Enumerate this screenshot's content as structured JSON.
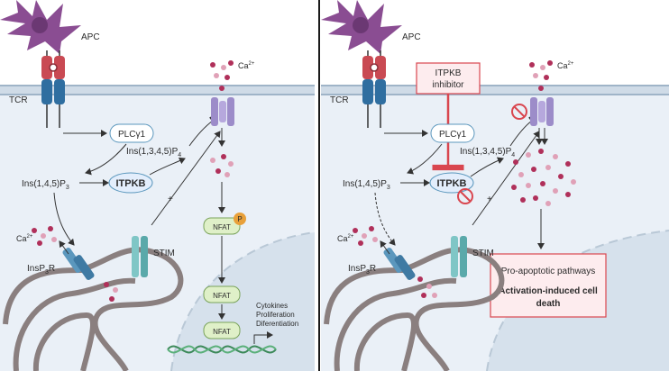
{
  "left_panel": {
    "apc": "APC",
    "tcr": "TCR",
    "ca_top": "Ca",
    "ca_top_sup": "2+",
    "plc": "PLCγ1",
    "ip4_main": "Ins(1,3,4,5)P",
    "ip4_sub": "4",
    "ip3_main": "Ins(1,4,5)P",
    "ip3_sub": "3",
    "itpkb": "ITPKB",
    "plus": "+",
    "ca_left": "Ca",
    "ca_left_sup": "2+",
    "stim": "STIM",
    "insp3r_a": "InsP",
    "insp3r_sub": "3",
    "insp3r_b": "R",
    "nfat_p": "NFAT",
    "phospho": "P",
    "nfat_mid": "NFAT",
    "nfat_nuc": "NFAT",
    "outcome_1": "Cytokines",
    "outcome_2": "Proliferation",
    "outcome_3": "Diferentiation"
  },
  "right_panel": {
    "apc": "APC",
    "tcr": "TCR",
    "inhibitor_line1": "ITPKB",
    "inhibitor_line2": "inhibitor",
    "ca_top": "Ca",
    "ca_top_sup": "2+",
    "plc": "PLCγ1",
    "ip4_main": "Ins(1,3,4,5)P",
    "ip4_sub": "4",
    "ip3_main": "Ins(1,4,5)P",
    "ip3_sub": "3",
    "itpkb": "ITPKB",
    "plus": "+",
    "ca_left": "Ca",
    "ca_left_sup": "2+",
    "stim": "STIM",
    "insp3r_a": "InsP",
    "insp3r_sub": "3",
    "insp3r_b": "R",
    "pathway": "Pro-apoptotic pathways",
    "death_line1": "Activation-induced cell",
    "death_line2": "death"
  },
  "colors": {
    "cytoplasm": "#eaf0f7",
    "nucleus": "#d6e1ec",
    "membrane": "#b7c8d8",
    "apc": "#8a4d92",
    "channel": "#9c8cc9",
    "calcium": "#b0305a",
    "inhibitor_red": "#d9464f",
    "stim": "#7fc6c6",
    "insp3r": "#5b97bd",
    "nfat": "#dff0c8",
    "er": "#8a7f7f"
  }
}
